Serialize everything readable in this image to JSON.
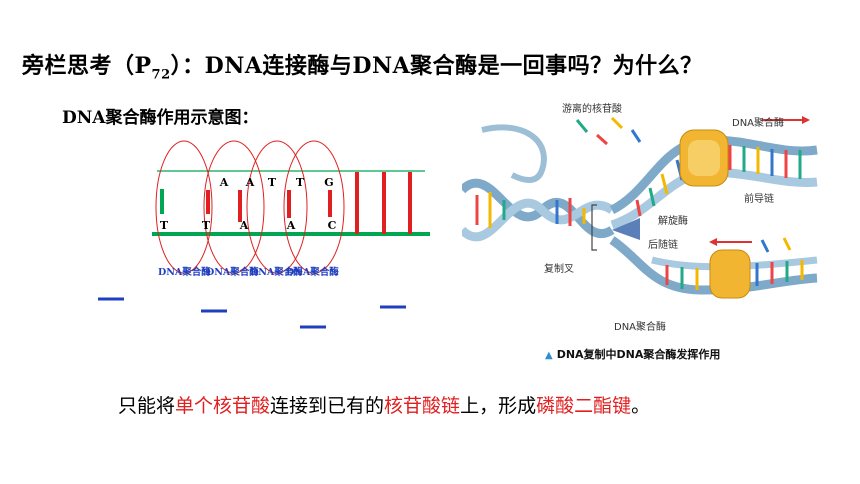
{
  "title": {
    "prefix": "旁栏思考（P",
    "sub": "72",
    "suffix": "）：DNA连接酶与DNA聚合酶是一回事吗？为什么？"
  },
  "diagram": {
    "heading": "DNA聚合酶作用示意图：",
    "top_bases": [
      "A",
      "A",
      "T",
      "T",
      "G"
    ],
    "bottom_bases": [
      "T",
      "T",
      "A",
      "A",
      "C"
    ],
    "enzyme_label": "DNA聚合酶",
    "colors": {
      "strand": "#00a651",
      "base": "#e02020",
      "circle": "#e02020",
      "enzyme": "#1f3fbf"
    }
  },
  "illustration": {
    "labels": {
      "free_nucleotides": "游离的核苷酸",
      "polymerase_top": "DNA聚合酶",
      "leading_strand": "前导链",
      "helicase": "解旋酶",
      "lagging_strand": "后随链",
      "fork": "复制叉",
      "polymerase_bottom": "DNA聚合酶"
    },
    "caption": "DNA复制中DNA聚合酶发挥作用"
  },
  "bottom_text": {
    "t1": "只能将",
    "t2": "单个核苷酸",
    "t3": "连接到已有的",
    "t4": "核苷酸链",
    "t5": "上，形成",
    "t6": "磷酸二酯键",
    "t7": "。"
  }
}
